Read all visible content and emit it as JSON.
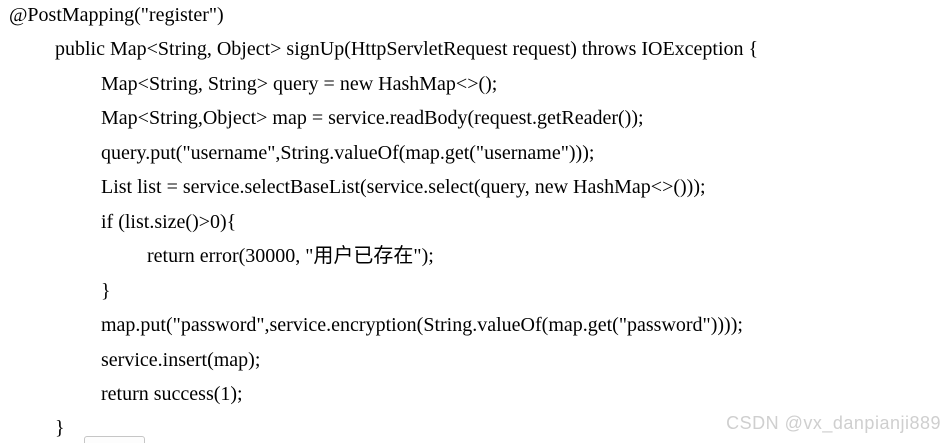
{
  "code": {
    "language": "java",
    "text_color": "#000000",
    "lines": [
      "@PostMapping(\"register\")",
      "\tpublic Map<String, Object> signUp(HttpServletRequest request) throws IOException {",
      "\t\tMap<String, String> query = new HashMap<>();",
      "\t\tMap<String,Object> map = service.readBody(request.getReader());",
      "\t\tquery.put(\"username\",String.valueOf(map.get(\"username\")));",
      "\t\tList list = service.selectBaseList(service.select(query, new HashMap<>()));",
      "\t\tif (list.size()>0){",
      "\t\t\treturn error(30000, \"用户已存在\");",
      "\t\t}",
      "\t\tmap.put(\"password\",service.encryption(String.valueOf(map.get(\"password\"))));",
      "\t\tservice.insert(map);",
      "\t\treturn success(1);",
      "\t}"
    ]
  },
  "watermark": {
    "text": "CSDN @vx_danpianji889",
    "color": "#cfcfcf"
  }
}
